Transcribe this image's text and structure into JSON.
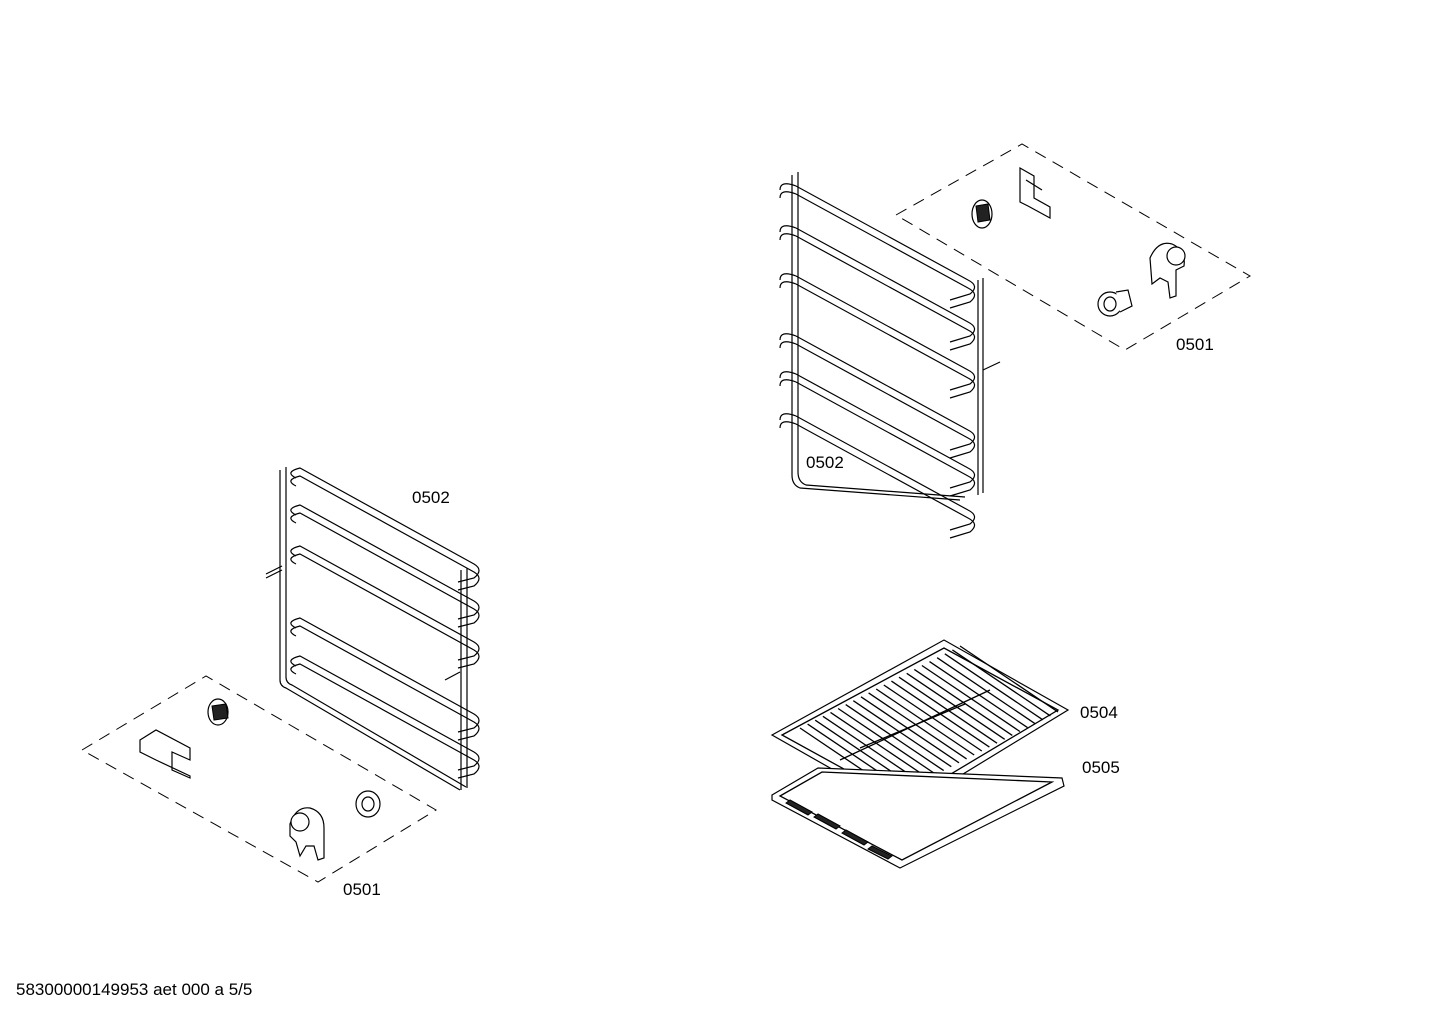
{
  "labels": {
    "top_right_clips": "0501",
    "top_right_rail": "0502",
    "left_rail": "0502",
    "left_clips": "0501",
    "wire_rack": "0504",
    "baking_tray": "0505"
  },
  "footer": "58300000149953 aet 000 a 5/5"
}
